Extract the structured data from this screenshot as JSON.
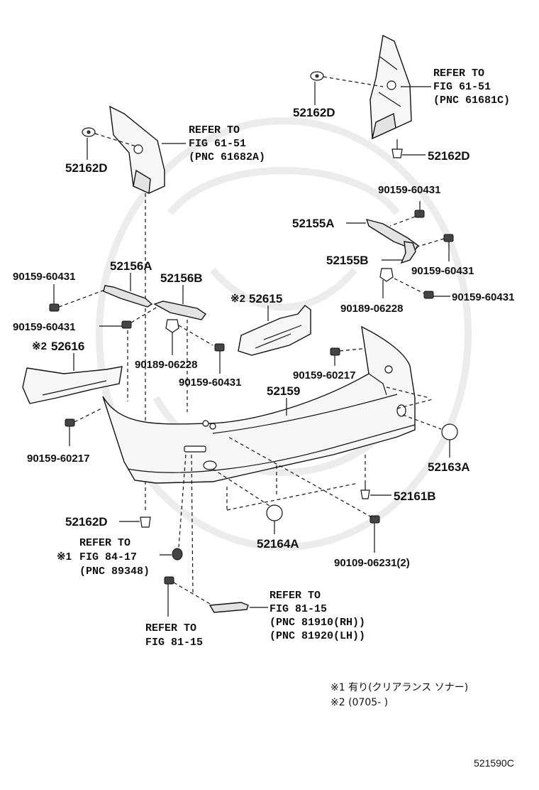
{
  "labels": {
    "p52162D_a": "52162D",
    "p52162D_b": "52162D",
    "p52162D_c": "52162D",
    "p52162D_d": "52162D",
    "p52155A": "52155A",
    "p52155B": "52155B",
    "p52156A": "52156A",
    "p52156B": "52156B",
    "p52615": "52615",
    "p52616": "52616",
    "p52159": "52159",
    "p52163A": "52163A",
    "p52161B": "52161B",
    "p52164A": "52164A",
    "p90159_60431_a": "90159-60431",
    "p90159_60431_b": "90159-60431",
    "p90159_60431_c": "90159-60431",
    "p90159_60431_d": "90159-60431",
    "p90159_60431_e": "90159-60431",
    "p90159_60431_f": "90159-60431",
    "p90189_06228_a": "90189-06228",
    "p90189_06228_b": "90189-06228",
    "p90159_60217_a": "90159-60217",
    "p90159_60217_b": "90159-60217",
    "p90109_06231": "90109-06231(2)"
  },
  "marks": {
    "note1": "※1",
    "note2": "※2"
  },
  "refs": {
    "ref_a_l1": "REFER TO",
    "ref_a_l2": "FIG 61-51",
    "ref_a_l3": "(PNC 61681C)",
    "ref_b_l1": "REFER TO",
    "ref_b_l2": "FIG 61-51",
    "ref_b_l3": "(PNC 61682A)",
    "ref_c_l1": "REFER TO",
    "ref_c_l2": "FIG 84-17",
    "ref_c_l3": "(PNC 89348)",
    "ref_d_l1": "REFER TO",
    "ref_d_l2": "FIG 81-15",
    "ref_d_l3": "(PNC 81910(RH))",
    "ref_d_l4": "(PNC 81920(LH))",
    "ref_e_l1": "REFER TO",
    "ref_e_l2": "FIG 81-15"
  },
  "notes": {
    "n1": "※1 有り(クリアランス ソナー)",
    "n2": "※2 (0705-        )"
  },
  "figure_code": "521590C"
}
